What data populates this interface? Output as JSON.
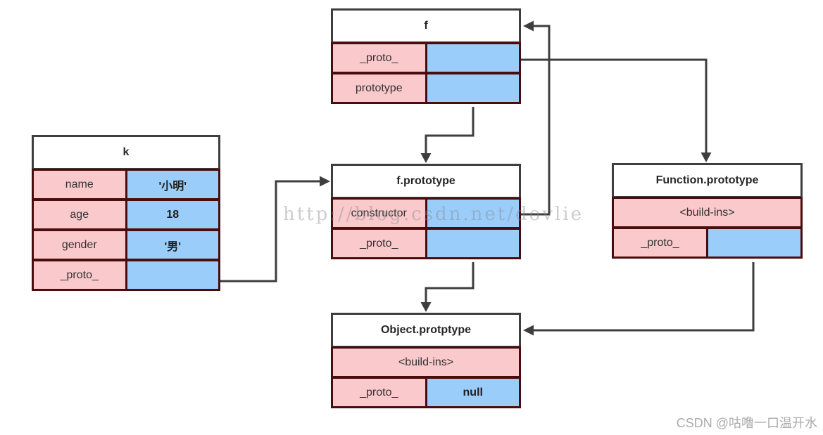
{
  "colors": {
    "pink_fill": "#F9C9CC",
    "blue_fill": "#9BCDFB",
    "cell_border": "#4A0D0D",
    "box_border": "#3E3E3E",
    "arrow": "#3E3E3E"
  },
  "boxes": {
    "f": {
      "title": "f",
      "rows": [
        {
          "label": "_proto_",
          "value": ""
        },
        {
          "label": "prototype",
          "value": ""
        }
      ]
    },
    "k": {
      "title": "k",
      "rows": [
        {
          "label": "name",
          "value": "'小明'"
        },
        {
          "label": "age",
          "value": "18"
        },
        {
          "label": "gender",
          "value": "'男'"
        },
        {
          "label": "_proto_",
          "value": ""
        }
      ]
    },
    "f_prototype": {
      "title": "f.prototype",
      "rows": [
        {
          "label": "constructor",
          "value": ""
        },
        {
          "label": "_proto_",
          "value": ""
        }
      ]
    },
    "function_prototype": {
      "title": "Function.prototype",
      "full_row": "<build-ins>",
      "rows": [
        {
          "label": "_proto_",
          "value": ""
        }
      ]
    },
    "object_prototype": {
      "title": "Object.protptype",
      "full_row": "<build-ins>",
      "rows": [
        {
          "label": "_proto_",
          "value": "null"
        }
      ]
    }
  },
  "edges": [
    {
      "from": "f.prototype-row",
      "to": "f.prototype-box-title"
    },
    {
      "from": "k._proto_",
      "to": "f.prototype-box-title"
    },
    {
      "from": "f._proto_",
      "to": "Function.prototype-box-title"
    },
    {
      "from": "f.prototype.constructor",
      "to": "f-box-title"
    },
    {
      "from": "f.prototype._proto_",
      "to": "Object.protptype-box-title"
    },
    {
      "from": "Function.prototype._proto_",
      "to": "Object.protptype-box-title"
    }
  ],
  "watermarks": {
    "center": "http://blog.csdn.net/dovlie",
    "corner": "CSDN @咕噜一口温开水"
  }
}
